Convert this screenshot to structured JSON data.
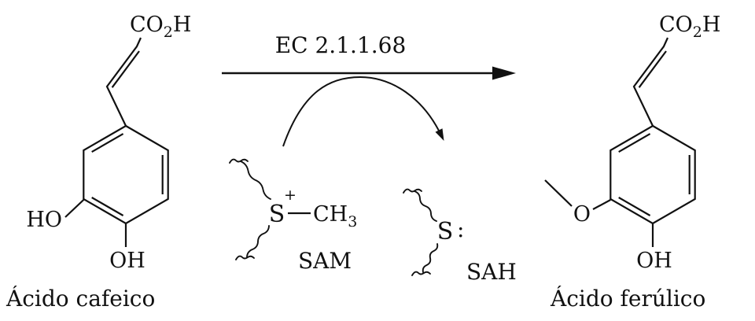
{
  "colors": {
    "ink": "#111111",
    "background": "#ffffff"
  },
  "reaction": {
    "enzyme_label": "EC 2.1.1.68",
    "reactant": {
      "name": "Ácido cafeico",
      "acid": {
        "pre": "CO",
        "sub": "2",
        "post": "H"
      },
      "hydroxyl_left": "HO",
      "hydroxyl_bottom": "OH"
    },
    "product": {
      "name": "Ácido ferúlico",
      "acid": {
        "pre": "CO",
        "sub": "2",
        "post": "H"
      },
      "methoxy_oxygen": "O",
      "hydroxyl_bottom": "OH"
    },
    "donor": {
      "name": "SAM",
      "sulfur": "S",
      "charge": "+",
      "methyl": {
        "pre": "CH",
        "sub": "3"
      }
    },
    "acceptor": {
      "name": "SAH",
      "sulfur": "S",
      "lone_pair": ":"
    }
  }
}
